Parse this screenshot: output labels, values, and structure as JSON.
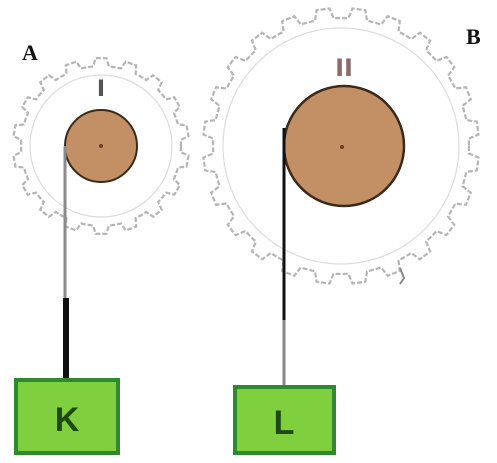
{
  "labels": {
    "gear_a": "A",
    "gear_b": "B",
    "pulley_1": "I",
    "pulley_2": "II",
    "block_k": "K",
    "block_l": "L"
  },
  "colors": {
    "pulley_fill": "#c39066",
    "pulley_stroke": "#3a2a1a",
    "gear_stroke": "#b5b5b5",
    "block_fill": "#7fcf3f",
    "block_border": "#2f8a2f",
    "rope_thin": "#8a8a8a",
    "rope_thick": "#111111"
  },
  "gears": {
    "a": {
      "teeth": 18
    },
    "b": {
      "teeth": 24
    }
  }
}
